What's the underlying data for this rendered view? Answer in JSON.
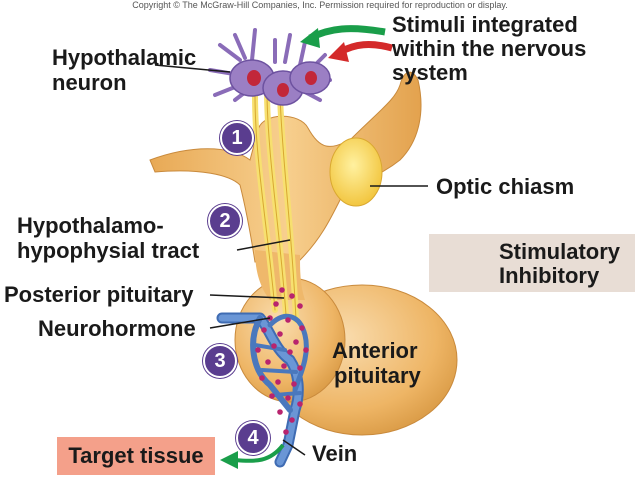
{
  "copyright": "Copyright © The McGraw-Hill Companies, Inc. Permission required for reproduction or display.",
  "labels": {
    "stimuli_line1": "Stimuli integrated",
    "stimuli_line2": "within the nervous",
    "stimuli_line3": "system",
    "hypothalamic_line1": "Hypothalamic",
    "hypothalamic_line2": "neuron",
    "optic_chiasm": "Optic chiasm",
    "tract_line1": "Hypothalamo-",
    "tract_line2": "hypophysial tract",
    "posterior_pituitary": "Posterior pituitary",
    "neurohormone": "Neurohormone",
    "anterior_line1": "Anterior",
    "anterior_line2": "pituitary",
    "vein": "Vein",
    "target_tissue": "Target tissue"
  },
  "steps": [
    "1",
    "2",
    "3",
    "4"
  ],
  "legend": {
    "stimulatory": "Stimulatory",
    "inhibitory": "Inhibitory"
  },
  "colors": {
    "stimulatory_arrow": "#1a9e4a",
    "inhibitory_arrow": "#d42a2a",
    "pituitary": "#f2c07a",
    "neuron": "#9b7fc4",
    "vessel": "#5b86c8",
    "step_circle": "#5a3d8f",
    "target_bg": "#f4a08a",
    "legend_bg": "#e8ddd5"
  }
}
